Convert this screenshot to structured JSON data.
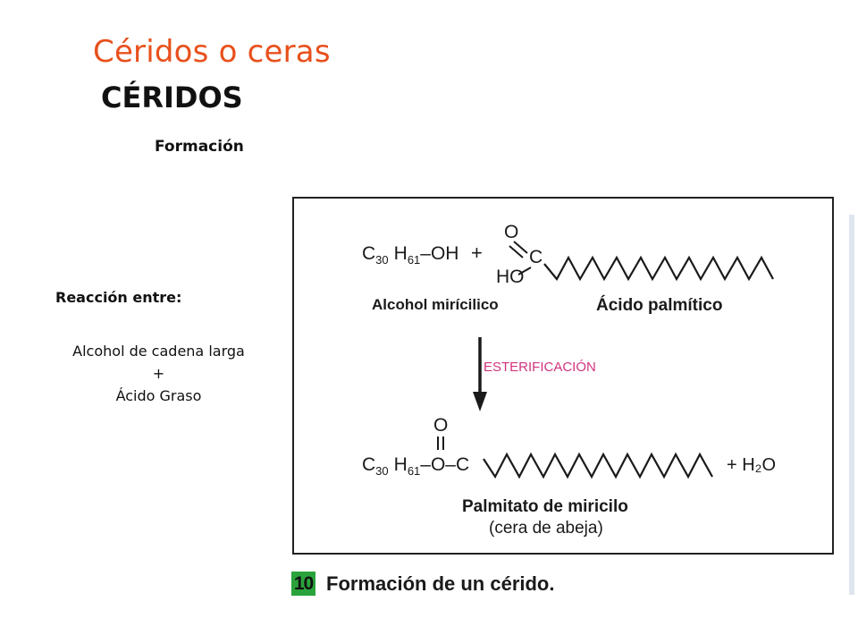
{
  "slide": {
    "title": "Céridos o ceras",
    "heading": "CÉRIDOS",
    "subheading": "Formación",
    "reaction_label": "Reacción entre:",
    "reactants": [
      "Alcohol de cadena larga",
      "+",
      "Ácido Graso"
    ]
  },
  "figure": {
    "number": "10",
    "caption": "Formación de un cérido.",
    "reactant_formula": {
      "c": "C",
      "c_sub": "30",
      "h": "H",
      "h_sub": "61",
      "tail": "–OH",
      "plus": "+",
      "o_top": "O",
      "carbon": "C",
      "ho": "HO"
    },
    "alcohol_name": "Alcohol mirícilico",
    "acid_name": "Ácido palmítico",
    "process_label": "ESTERIFICACIÓN",
    "product_formula": {
      "c": "C",
      "c_sub": "30",
      "h": "H",
      "h_sub": "61",
      "tail": "–O–C",
      "o_top": "O",
      "water": "+ H₂O"
    },
    "product_name": "Palmitato de miricilo",
    "product_note": "(cera de abeja)"
  },
  "colors": {
    "title": "#e8501c",
    "process_label": "#d0337f",
    "figure_badge": "#2aa33c"
  }
}
